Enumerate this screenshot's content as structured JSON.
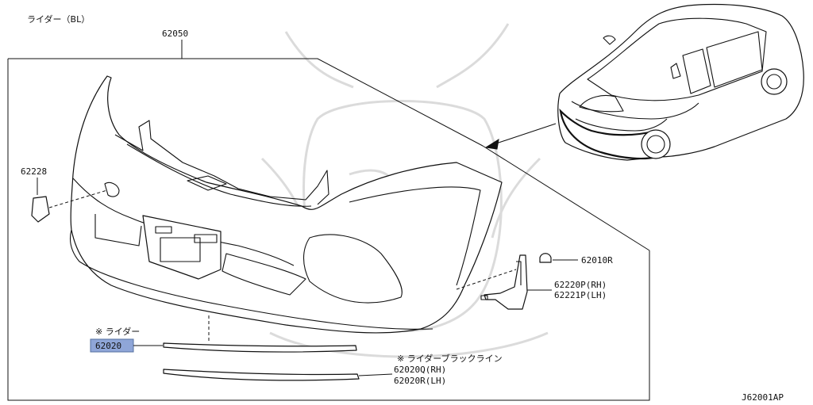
{
  "header_label": "ライダー（BL）",
  "figure_code": "J62001AP",
  "parts": {
    "bumper_fascia": "62050",
    "clip_left": "62228",
    "grommet": "62010R",
    "bracket_rh": "62220P(RH)",
    "bracket_lh": "62221P(LH)",
    "rider_note": "※ ライダー",
    "molding": "62020",
    "black_line_note": "※ ライダーブラックライン",
    "molding_rh": "62020Q(RH)",
    "molding_lh": "62020R(LH)"
  },
  "colors": {
    "highlight": "#8fa6d8",
    "line": "#111111",
    "watermark": "#d8d8d8"
  }
}
